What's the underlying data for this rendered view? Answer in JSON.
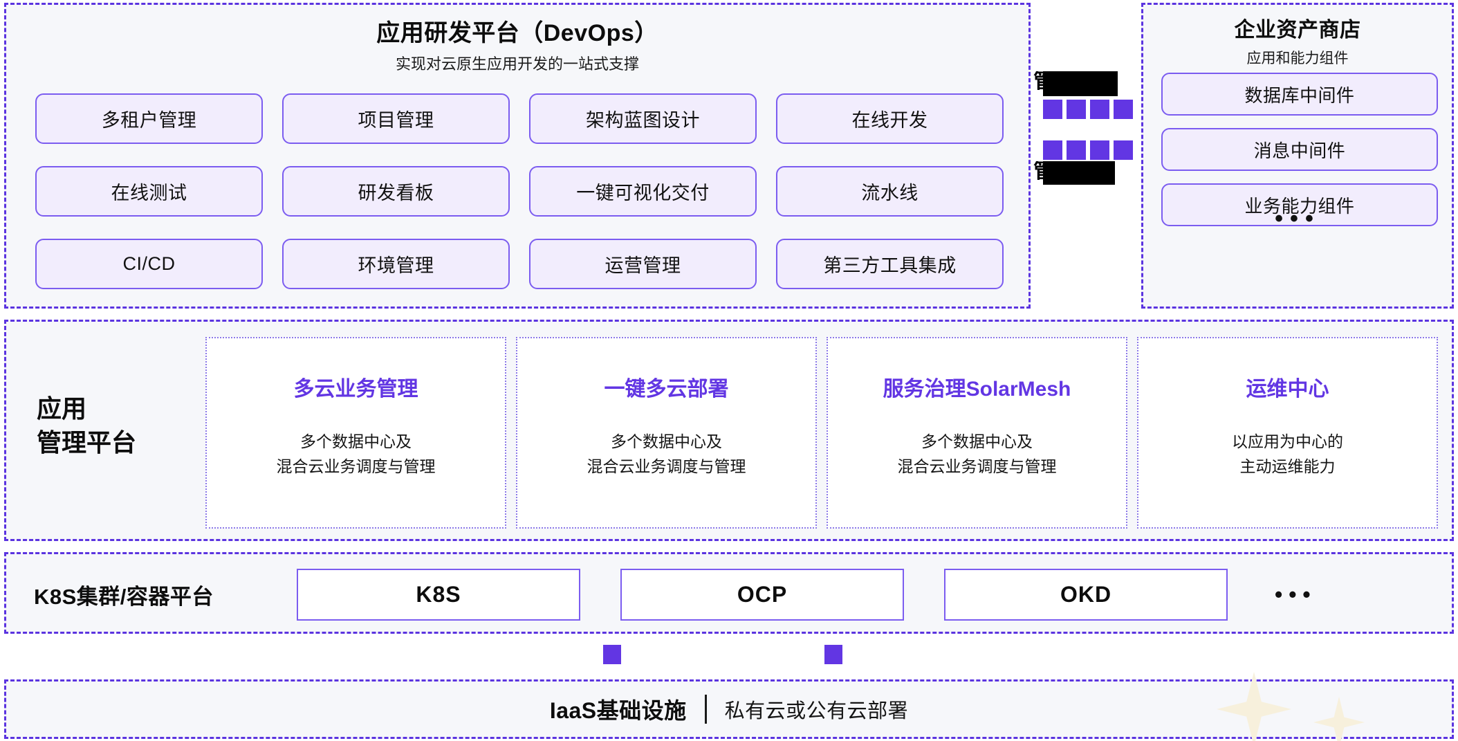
{
  "devops": {
    "title": "应用研发平台（DevOps）",
    "subtitle": "实现对云原生应用开发的一站式支撑",
    "items": [
      "多租户管理",
      "项目管理",
      "架构蓝图设计",
      "在线开发",
      "在线测试",
      "研发看板",
      "一键可视化交付",
      "流水线",
      "CI/CD",
      "环境管理",
      "运营管理",
      "第三方工具集成"
    ]
  },
  "middle_column": {
    "redacted_note": "内容已遮盖",
    "redacted_glyph_top": "管",
    "redacted_glyph_bottom": "管",
    "marker_count_top": 4,
    "marker_count_bottom": 4,
    "marker_color": "#6236e3"
  },
  "asset_store": {
    "title": "企业资产商店",
    "subtitle": "应用和能力组件",
    "items": [
      "数据库中间件",
      "消息中间件",
      "业务能力组件"
    ],
    "ellipsis": "•••"
  },
  "app_management": {
    "label": "应用\n管理平台",
    "cards": [
      {
        "title": "多云业务管理",
        "desc": "多个数据中心及\n混合云业务调度与管理"
      },
      {
        "title": "一键多云部署",
        "desc": "多个数据中心及\n混合云业务调度与管理"
      },
      {
        "title": "服务治理SolarMesh",
        "desc": "多个数据中心及\n混合云业务调度与管理"
      },
      {
        "title": "运维中心",
        "desc": "以应用为中心的\n主动运维能力"
      }
    ],
    "title_color": "#6236e3"
  },
  "k8s": {
    "label": "K8S集群/容器平台",
    "items": [
      "K8S",
      "OCP",
      "OKD"
    ],
    "ellipsis": "•••"
  },
  "iaas": {
    "title": "IaaS基础设施",
    "divider": "|",
    "subtitle": "私有云或公有云部署"
  },
  "theme": {
    "accent": "#6236e3",
    "chip_border": "#7b5cf0",
    "chip_fill": "#f2edfd",
    "panel_fill": "#f6f7fa",
    "dashed_border": "#5b34e0",
    "sparkle": "#f7f0dc"
  }
}
